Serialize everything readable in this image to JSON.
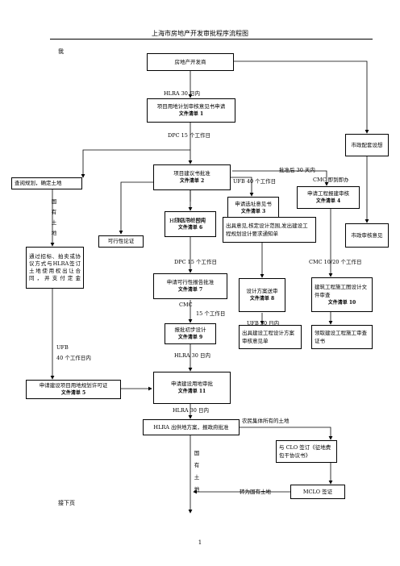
{
  "title": "上海市房地产开发审批程序流程图",
  "page_number": "1",
  "labels": {
    "me": "我",
    "next_page": "接下页"
  },
  "boxes": {
    "developer": "房地产开发商",
    "land_plan_title": "项目用地计划审核意见书申请",
    "land_plan_form": "文件清单 1",
    "proposal_title": "项目建议书批准",
    "proposal_form": "文件清单 2",
    "survey": "查阅规划，确定土地",
    "municipal_design": "市政配套设想",
    "site_title": "申请选址意见书",
    "site_form": "文件清单 3",
    "report_title": "申请工程报建审核",
    "report_form": "文件清单 4",
    "feasibility_argue": "可行性论证",
    "pre_land_title": "项目用地预审",
    "pre_land_form": "文件清单 6",
    "opinion": "出具意见,核定设计范围,发出建设工程规划设计要求通知单",
    "municipal_review": "市政审核意见",
    "bidding": "通过招标、拍卖或协议方式与HLRA签订土地使用权出让合同，并支付定金",
    "feas_title": "申请可行性报告批准",
    "feas_form": "文件清单 7",
    "scheme": "设计方案送审",
    "scheme_form": "文件清单 8",
    "construction_title": "建筑工程施工图设计文件审查",
    "construction_form": "文件清单 10",
    "prelim_title": "报批初步设计",
    "prelim_form": "文件清单 9",
    "plan_permit_opinion": "出具建设工程设计方案审核意见单",
    "permit_cert": "领取建设工程施工审查证书",
    "land_permit_title": "申请建设项目用地规划许可证",
    "land_permit_form": "文件清单 5",
    "land_approval_title": "申请建设用地审批",
    "land_approval_form": "文件清单 11",
    "hlra_supply": "HLRA 出供地方案，报政府批准",
    "clo_agreement": "与 CLO 签订《征地费包干协议书》",
    "mclo": "MCLO 签证"
  },
  "notes": {
    "n_hlra_30_a": "HLRA    30 日内",
    "n_dpc_15_a": "DPC    15 个工作日",
    "n_ufb_40": "UFB    40 个工作日",
    "n_after_approval": "批准后 30 天内",
    "n_cmc_reg": "CMC    即到即办",
    "n_hlra_30_b": "HLRA    30 日内",
    "n_dpc_15_b": "DPC    15 个工作日",
    "n_cmc_1020": "CMC    10/20 个工作日",
    "n_cmc_15": "CMC",
    "n_cmc_15_days": "15 个工作日",
    "n_ufb_30": "UFB    30 日内",
    "n_ufb_40_left": "UFB",
    "n_ufb_40_left_days": "40 个工作日内",
    "n_hlra_30_c": "HLRA    30 日内",
    "n_hlra_30_d": "HLRA    30 日内",
    "n_collective": "农民集体所有的土地",
    "n_to_state": "转为国有土地"
  },
  "vertical": {
    "state_land_1": [
      "国",
      "有",
      "土",
      "地"
    ],
    "state_land_2": [
      "国",
      "有",
      "土",
      "地"
    ]
  }
}
